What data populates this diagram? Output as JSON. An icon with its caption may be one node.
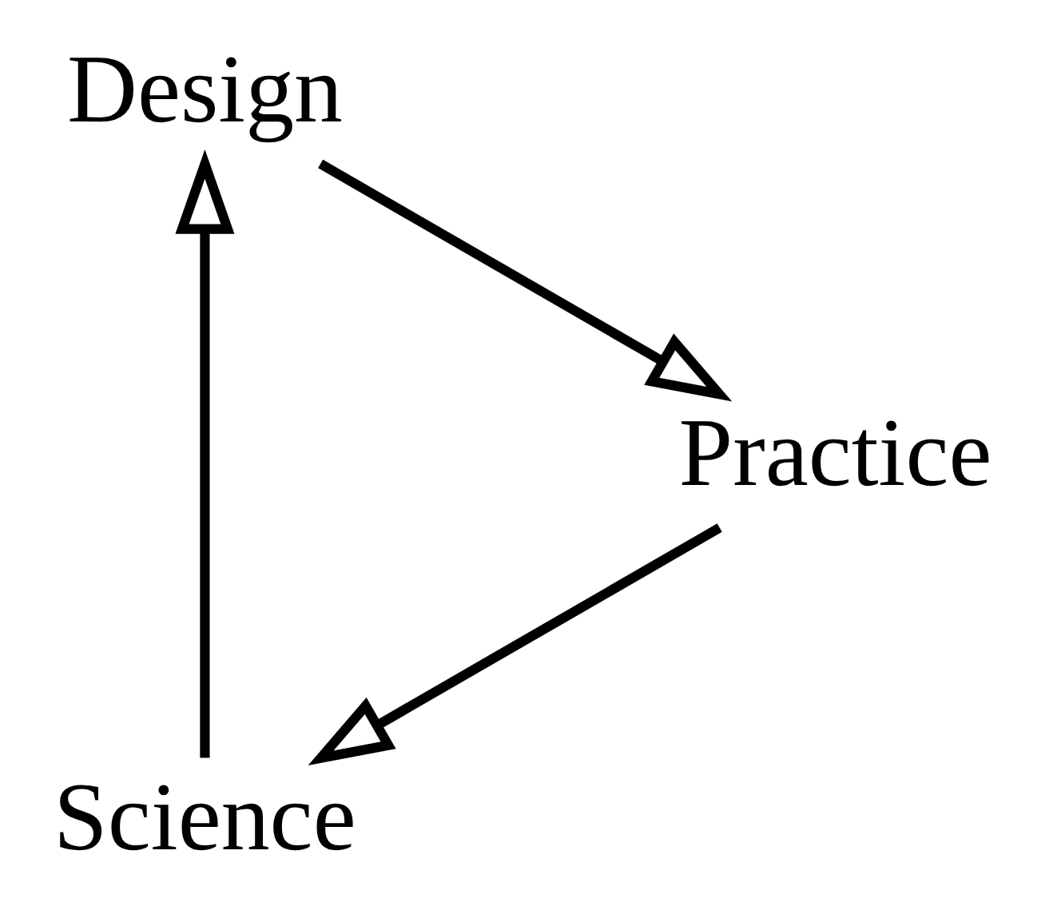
{
  "diagram": {
    "nodes": [
      {
        "text": [
          "Science"
        ]
      },
      {
        "text": [
          "Design"
        ]
      },
      {
        "text": [
          "Practice"
        ]
      }
    ],
    "edges": [
      {
        "from": 0,
        "to": 1,
        "arrow": "to"
      },
      {
        "from": 1,
        "to": 2,
        "arrow": "to"
      },
      {
        "from": 2,
        "to": 0,
        "arrow": "to"
      }
    ]
  }
}
